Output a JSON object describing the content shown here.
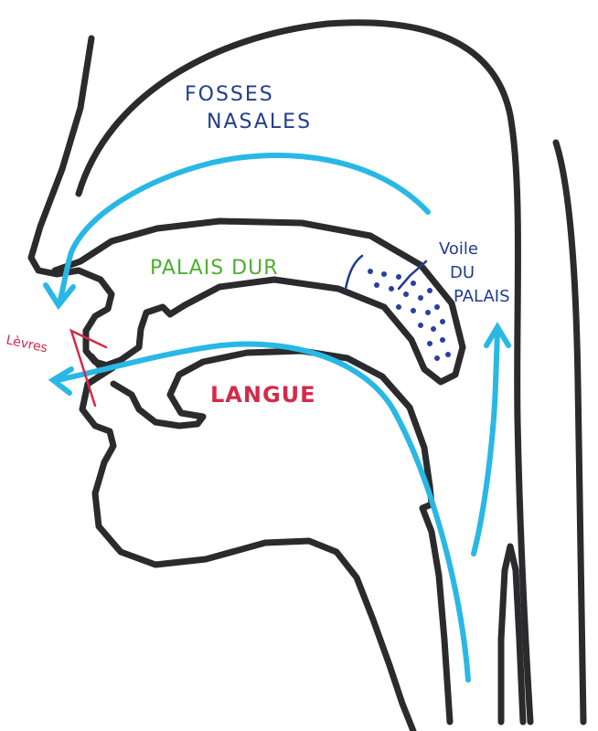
{
  "labels": {
    "fosses_line1": "FOSSES",
    "fosses_line2": "NASALES",
    "palais_dur": "PALAIS DUR",
    "voile_line1": "Voile",
    "voile_line2": "DU",
    "voile_line3": "PALAIS",
    "levres": "Lèvres",
    "langue": "LANGUE"
  },
  "colors": {
    "outline": "#2b2b2d",
    "airflow": "#29b8e6",
    "nasal_label": "#1f3d8f",
    "palais_dur_label": "#4caf2e",
    "levres_label": "#d42a4a",
    "langue_label": "#d42a4a",
    "voile_dots": "#2a3fa0"
  }
}
